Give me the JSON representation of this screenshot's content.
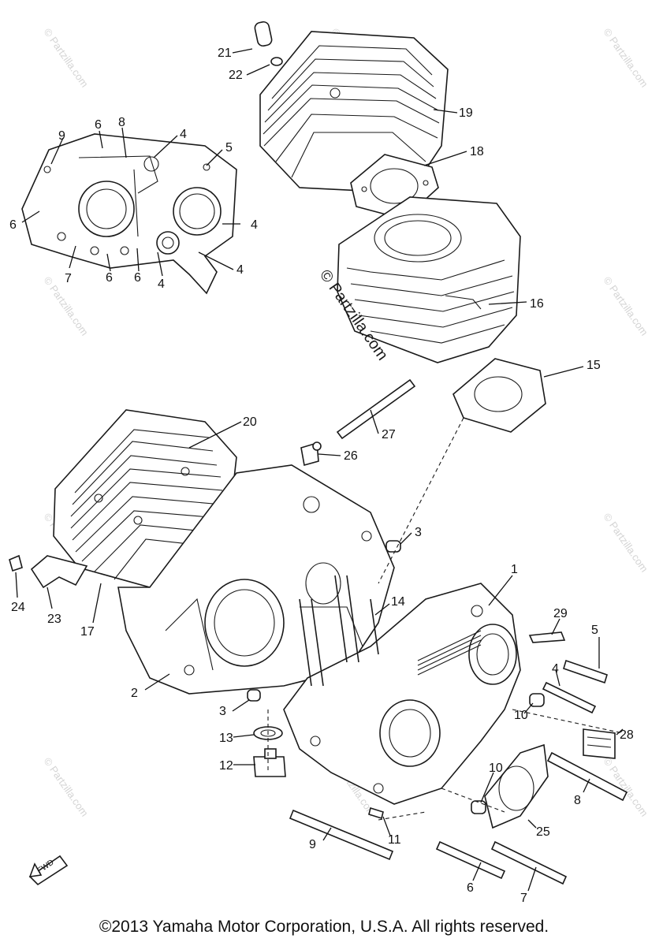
{
  "watermark": {
    "center_text": "© Partzilla.com",
    "tile_text": "© Partzilla.com"
  },
  "fwd_label": "FWD",
  "copyright": "©2013 Yamaha Motor Corporation, U.S.A. All rights reserved.",
  "callouts": [
    "21",
    "22",
    "19",
    "18",
    "9",
    "6",
    "8",
    "4",
    "5",
    "6",
    "4",
    "7",
    "6",
    "6",
    "4",
    "4",
    "16",
    "15",
    "20",
    "27",
    "26",
    "3",
    "24",
    "23",
    "17",
    "14",
    "1",
    "29",
    "5",
    "4",
    "2",
    "3",
    "10",
    "28",
    "13",
    "12",
    "10",
    "8",
    "25",
    "9",
    "11",
    "6",
    "7"
  ]
}
